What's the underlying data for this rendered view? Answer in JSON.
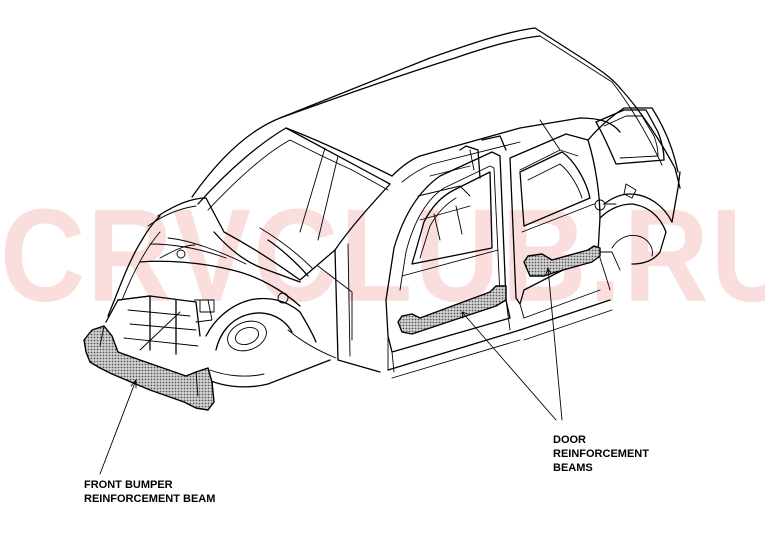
{
  "watermark": {
    "text": "CRVCLUB.RU",
    "color": "#f4a9a9"
  },
  "labels": {
    "front_bumper": {
      "line1": "FRONT BUMPER",
      "line2": "REINFORCEMENT BEAM"
    },
    "door_beams": {
      "line1": "DOOR",
      "line2": "REINFORCEMENT",
      "line3": "BEAMS"
    }
  },
  "colors": {
    "line": "#000000",
    "beam_fill": "#9a9a9a",
    "background": "#ffffff"
  }
}
